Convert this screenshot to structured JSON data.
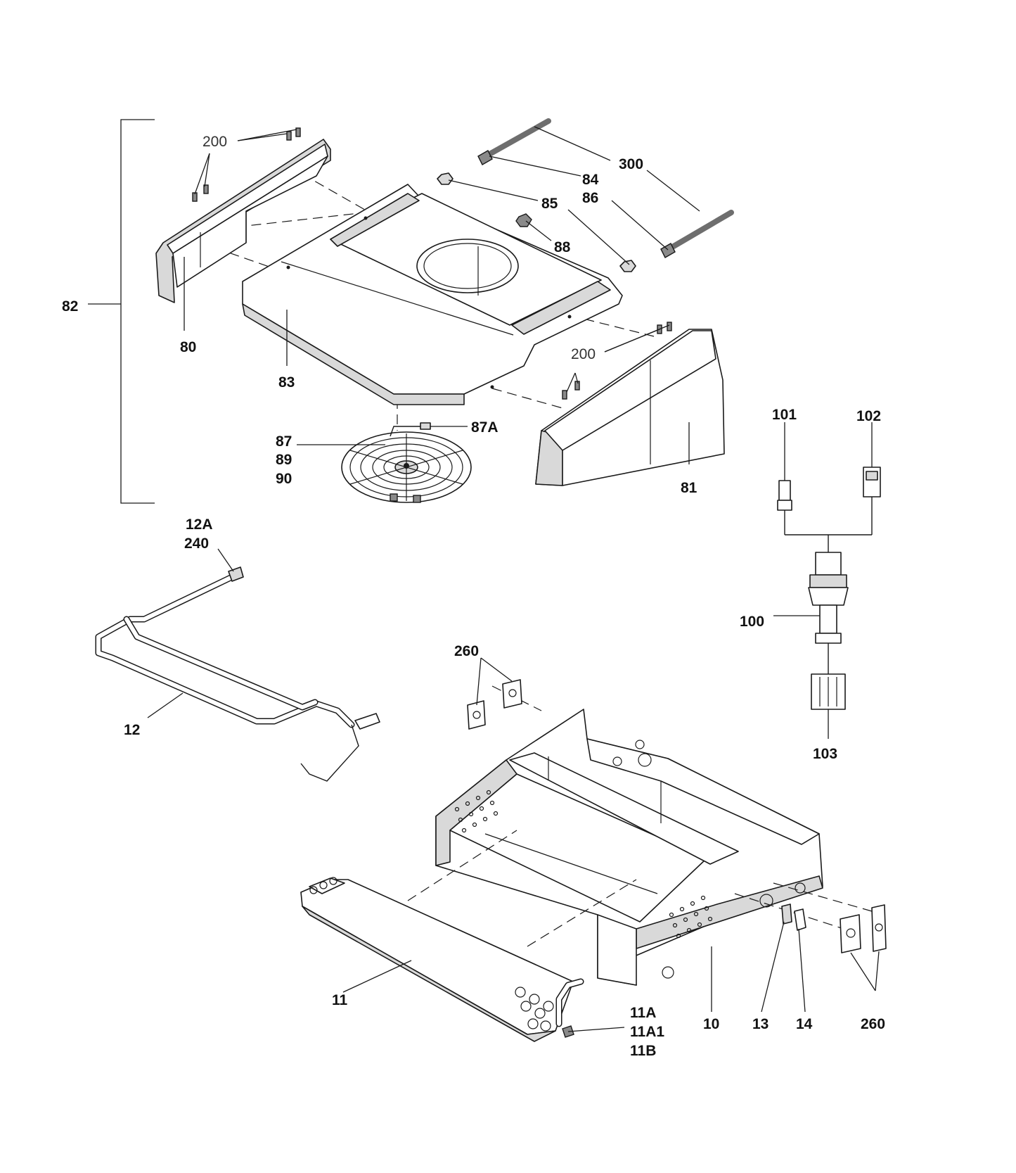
{
  "diagram": {
    "callouts": {
      "c200a": "200",
      "c200b": "200",
      "c300": "300",
      "c84": "84",
      "c85": "85",
      "c86": "86",
      "c88": "88",
      "c82": "82",
      "c80": "80",
      "c83": "83",
      "c81": "81",
      "c87A": "87A",
      "c87": "87",
      "c89": "89",
      "c90": "90",
      "c101": "101",
      "c102": "102",
      "c100": "100",
      "c103": "103",
      "c12A": "12A",
      "c240": "240",
      "c12": "12",
      "c260a": "260",
      "c260b": "260",
      "c11": "11",
      "c11A": "11A",
      "c11A1": "11A1",
      "c11B": "11B",
      "c10": "10",
      "c13": "13",
      "c14": "14"
    }
  }
}
